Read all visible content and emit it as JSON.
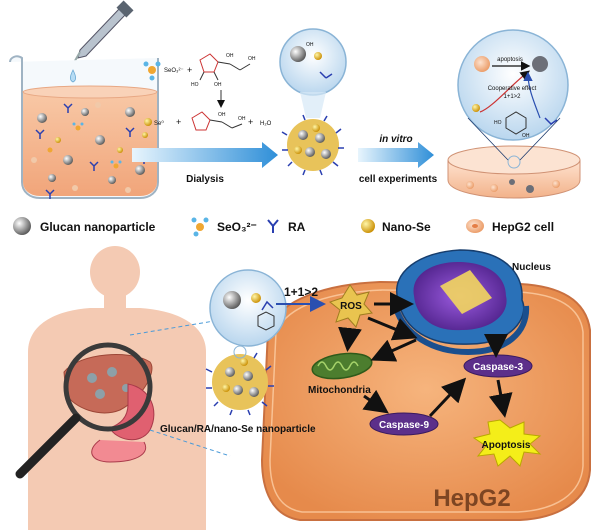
{
  "top": {
    "reaction": {
      "seo3_label": "SeO₃²⁻",
      "plus": "+",
      "se0_label": "Se⁰",
      "h2o_label": "H₂O",
      "oh": "OH",
      "ho": "HO"
    },
    "arrow_dialysis_label": "Dialysis",
    "arrow_invitro_label": "in vitro",
    "arrow_invitro_sub_label": "cell experiments",
    "dish_bubble": {
      "apoptosis_label": "apoptosis",
      "cooperative_label": "Cooperative effect",
      "formula_label": "1+1>2",
      "ho_label": "HO",
      "oh_label": "OH"
    }
  },
  "legend": {
    "items": [
      {
        "name": "glucan",
        "label": "Glucan nanoparticle"
      },
      {
        "name": "seo3",
        "label": "SeO₃²⁻"
      },
      {
        "name": "ra",
        "label": "RA"
      },
      {
        "name": "nanose",
        "label": "Nano-Se"
      },
      {
        "name": "hepg2",
        "label": "HepG2 cell"
      }
    ]
  },
  "bottom": {
    "formula_label": "1+1>2",
    "ros_label": "ROS",
    "nucleus_label": "Nucleus",
    "mitochondria_label": "Mitochondria",
    "caspase9_label": "Caspase-9",
    "caspase3_label": "Caspase-3",
    "apoptosis_label": "Apoptosis",
    "nanoparticle_label": "Glucan/RA/nano-Se nanoparticle",
    "cell_label": "HepG2"
  },
  "colors": {
    "accent_blue": "#2f8fd8",
    "cell_orange": "#f1a56a",
    "caspase_purple": "#5c2f8a",
    "ros_gold": "#e9c44f",
    "apoptosis_yellow": "#f4ee19",
    "nucleus_blue": "#2a71b8",
    "nucleus_purple": "#7a3bb8"
  },
  "icons": [
    "pipette-icon",
    "beaker-icon",
    "petri-dish-icon",
    "human-body-icon",
    "magnifier-icon",
    "nucleus-icon",
    "mitochondria-icon",
    "nanoparticle-icon"
  ]
}
